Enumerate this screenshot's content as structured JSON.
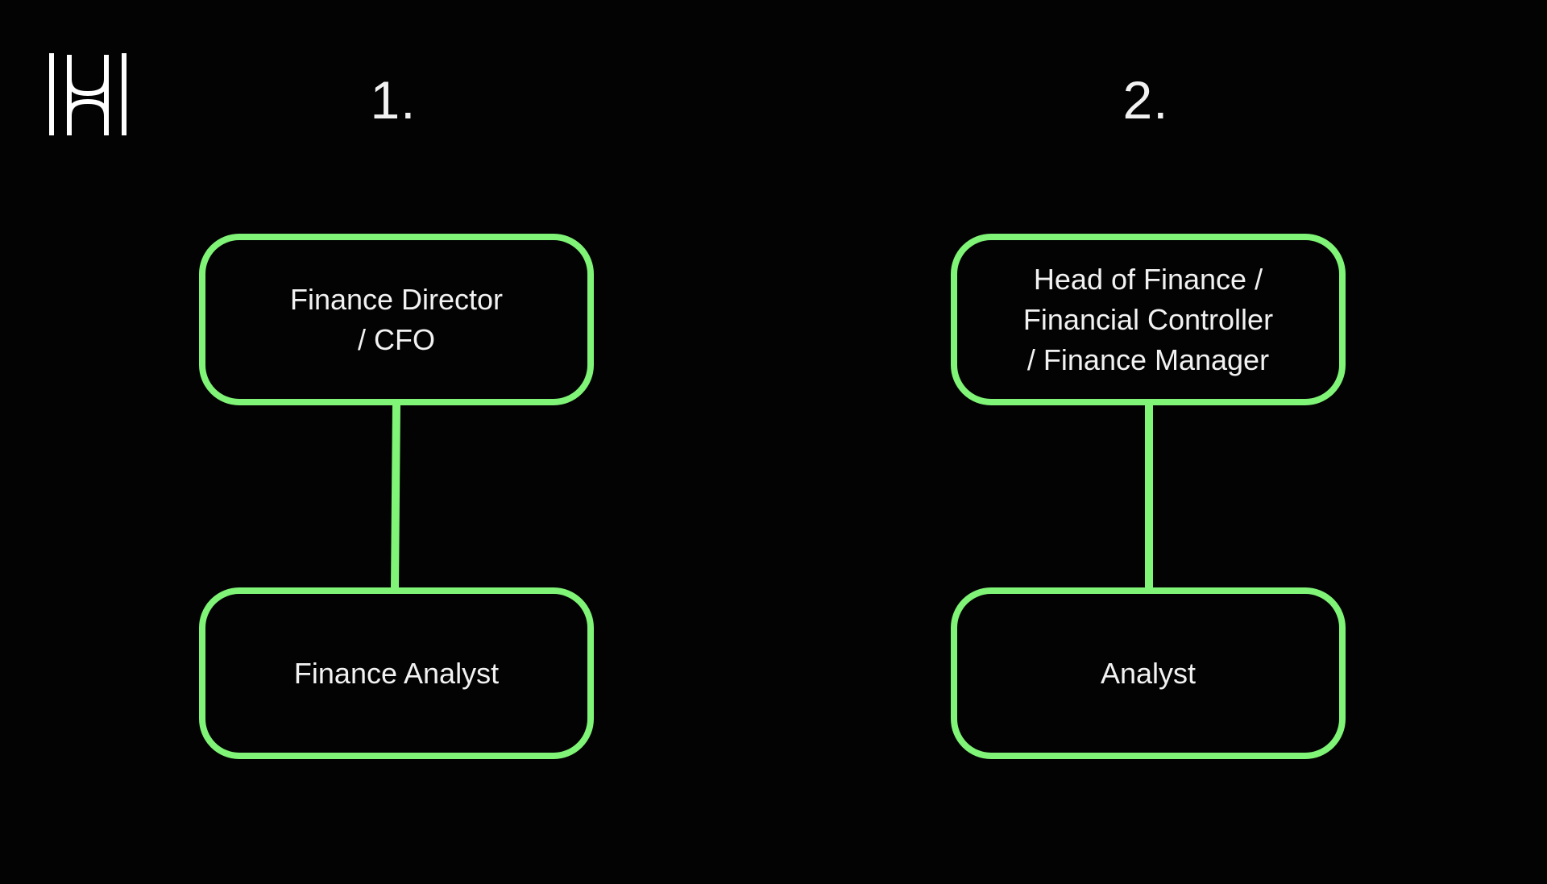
{
  "logo": {
    "name": "H logo mark",
    "color": "#ffffff"
  },
  "accent_color": "#7ff477",
  "background_color": "#030303",
  "structures": [
    {
      "number": "1.",
      "top_role": [
        "Finance Director",
        "/ CFO"
      ],
      "bottom_role": "Finance Analyst"
    },
    {
      "number": "2.",
      "top_role": [
        "Head of Finance /",
        "Financial Controller",
        "/ Finance Manager"
      ],
      "bottom_role": "Analyst"
    }
  ]
}
